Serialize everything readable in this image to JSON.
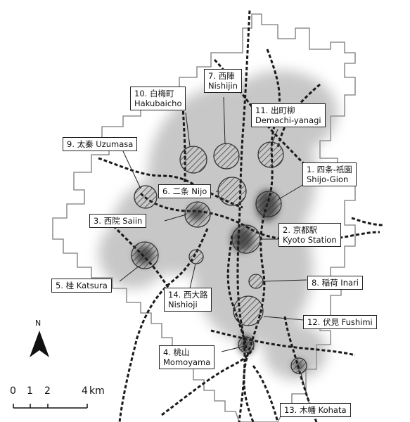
{
  "north_label": "N",
  "scale": {
    "ticks": [
      "0",
      "1",
      "2",
      "4"
    ],
    "unit": "km"
  },
  "colors": {
    "rail": "#1a1a1a",
    "boundary": "#7a7a7a",
    "density": "#555555",
    "hatch": "#333333"
  },
  "stations": [
    {
      "num": "1.",
      "jp": "四条-祇園",
      "en": "Shijo-Gion"
    },
    {
      "num": "2.",
      "jp": "京都駅",
      "en": "Kyoto Station"
    },
    {
      "num": "3.",
      "jp": "西院",
      "en": "Saiin"
    },
    {
      "num": "4.",
      "jp": "桃山",
      "en": "Momoyama"
    },
    {
      "num": "5.",
      "jp": "桂",
      "en": "Katsura"
    },
    {
      "num": "6.",
      "jp": "二条",
      "en": "Nijo"
    },
    {
      "num": "7.",
      "jp": "西陣",
      "en": "Nishijin"
    },
    {
      "num": "8.",
      "jp": "稲荷",
      "en": "Inari"
    },
    {
      "num": "9.",
      "jp": "太秦",
      "en": "Uzumasa"
    },
    {
      "num": "10.",
      "jp": "白梅町",
      "en": "Hakubaicho"
    },
    {
      "num": "11.",
      "jp": "出町柳",
      "en": "Demachi-yanagi"
    },
    {
      "num": "12.",
      "jp": "伏見",
      "en": "Fushimi"
    },
    {
      "num": "13.",
      "jp": "木幡",
      "en": "Kohata"
    },
    {
      "num": "14.",
      "jp": "西大路",
      "en": "Nishioji"
    }
  ]
}
